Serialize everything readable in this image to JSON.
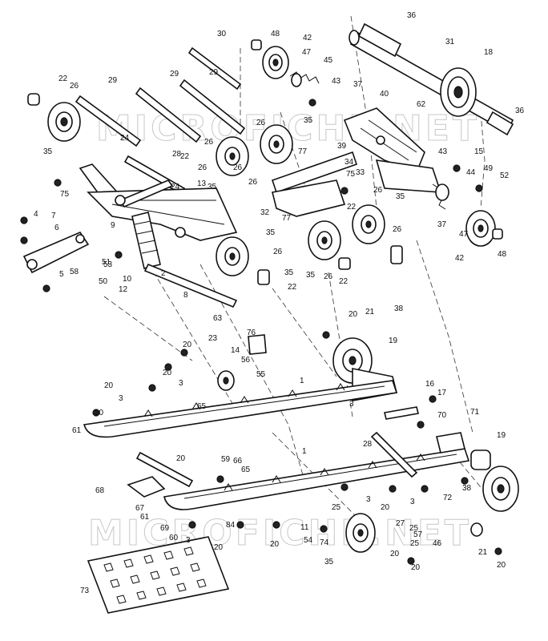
{
  "watermark": "MICROFICHE.NET",
  "callouts": [
    "36",
    "30",
    "48",
    "42",
    "31",
    "18",
    "47",
    "45",
    "43",
    "37",
    "22",
    "26",
    "29",
    "29",
    "29",
    "40",
    "62",
    "36",
    "35",
    "35",
    "26",
    "24",
    "24",
    "22",
    "26",
    "26",
    "77",
    "39",
    "34",
    "33",
    "43",
    "15",
    "44",
    "49",
    "52",
    "28",
    "13",
    "35",
    "26",
    "75",
    "77",
    "32",
    "75",
    "26",
    "35",
    "35",
    "26",
    "22",
    "37",
    "47",
    "42",
    "48",
    "4",
    "7",
    "9",
    "6",
    "53",
    "58",
    "51",
    "50",
    "10",
    "2",
    "12",
    "8",
    "26",
    "35",
    "26",
    "35",
    "22",
    "22",
    "26",
    "1",
    "63",
    "76",
    "23",
    "14",
    "20",
    "20",
    "20",
    "3",
    "3",
    "20",
    "56",
    "55",
    "65",
    "1",
    "61",
    "20",
    "3",
    "16",
    "17",
    "70",
    "71",
    "38",
    "19",
    "20",
    "21",
    "19",
    "38",
    "28",
    "59",
    "66",
    "65",
    "68",
    "67",
    "61",
    "60",
    "69",
    "25",
    "25",
    "11",
    "84",
    "20",
    "54",
    "74",
    "3",
    "20",
    "3",
    "20",
    "3",
    "72",
    "20",
    "35",
    "27",
    "57",
    "25",
    "46",
    "20",
    "21",
    "20",
    "73",
    "5"
  ]
}
